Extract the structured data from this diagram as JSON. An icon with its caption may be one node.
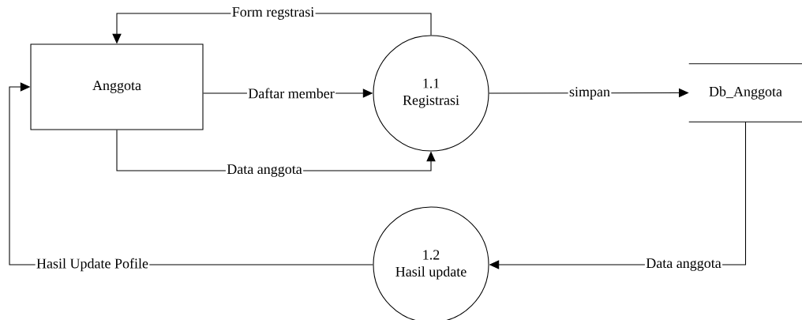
{
  "diagram": {
    "nodes": [
      {
        "text": [
          "Anggota"
        ]
      },
      {
        "text": [
          "1.1",
          "Registrasi"
        ]
      },
      {
        "text": [
          "Db_Anggota"
        ]
      },
      {
        "text": [
          "1.2",
          "Hasil update"
        ]
      }
    ],
    "edges": [
      {
        "from": 1,
        "to": 0,
        "arrow": "to",
        "label": "Form regstrasi"
      },
      {
        "from": 0,
        "to": 1,
        "arrow": "to",
        "label": "Daftar member"
      },
      {
        "from": 0,
        "to": 1,
        "arrow": "to",
        "label": "Data anggota"
      },
      {
        "from": 1,
        "to": 2,
        "arrow": "to",
        "label": "simpan"
      },
      {
        "from": 2,
        "to": 3,
        "arrow": "to",
        "label": "Data anggota"
      },
      {
        "from": 3,
        "to": 0,
        "arrow": "to",
        "label": "Hasil Update Pofile"
      }
    ]
  }
}
